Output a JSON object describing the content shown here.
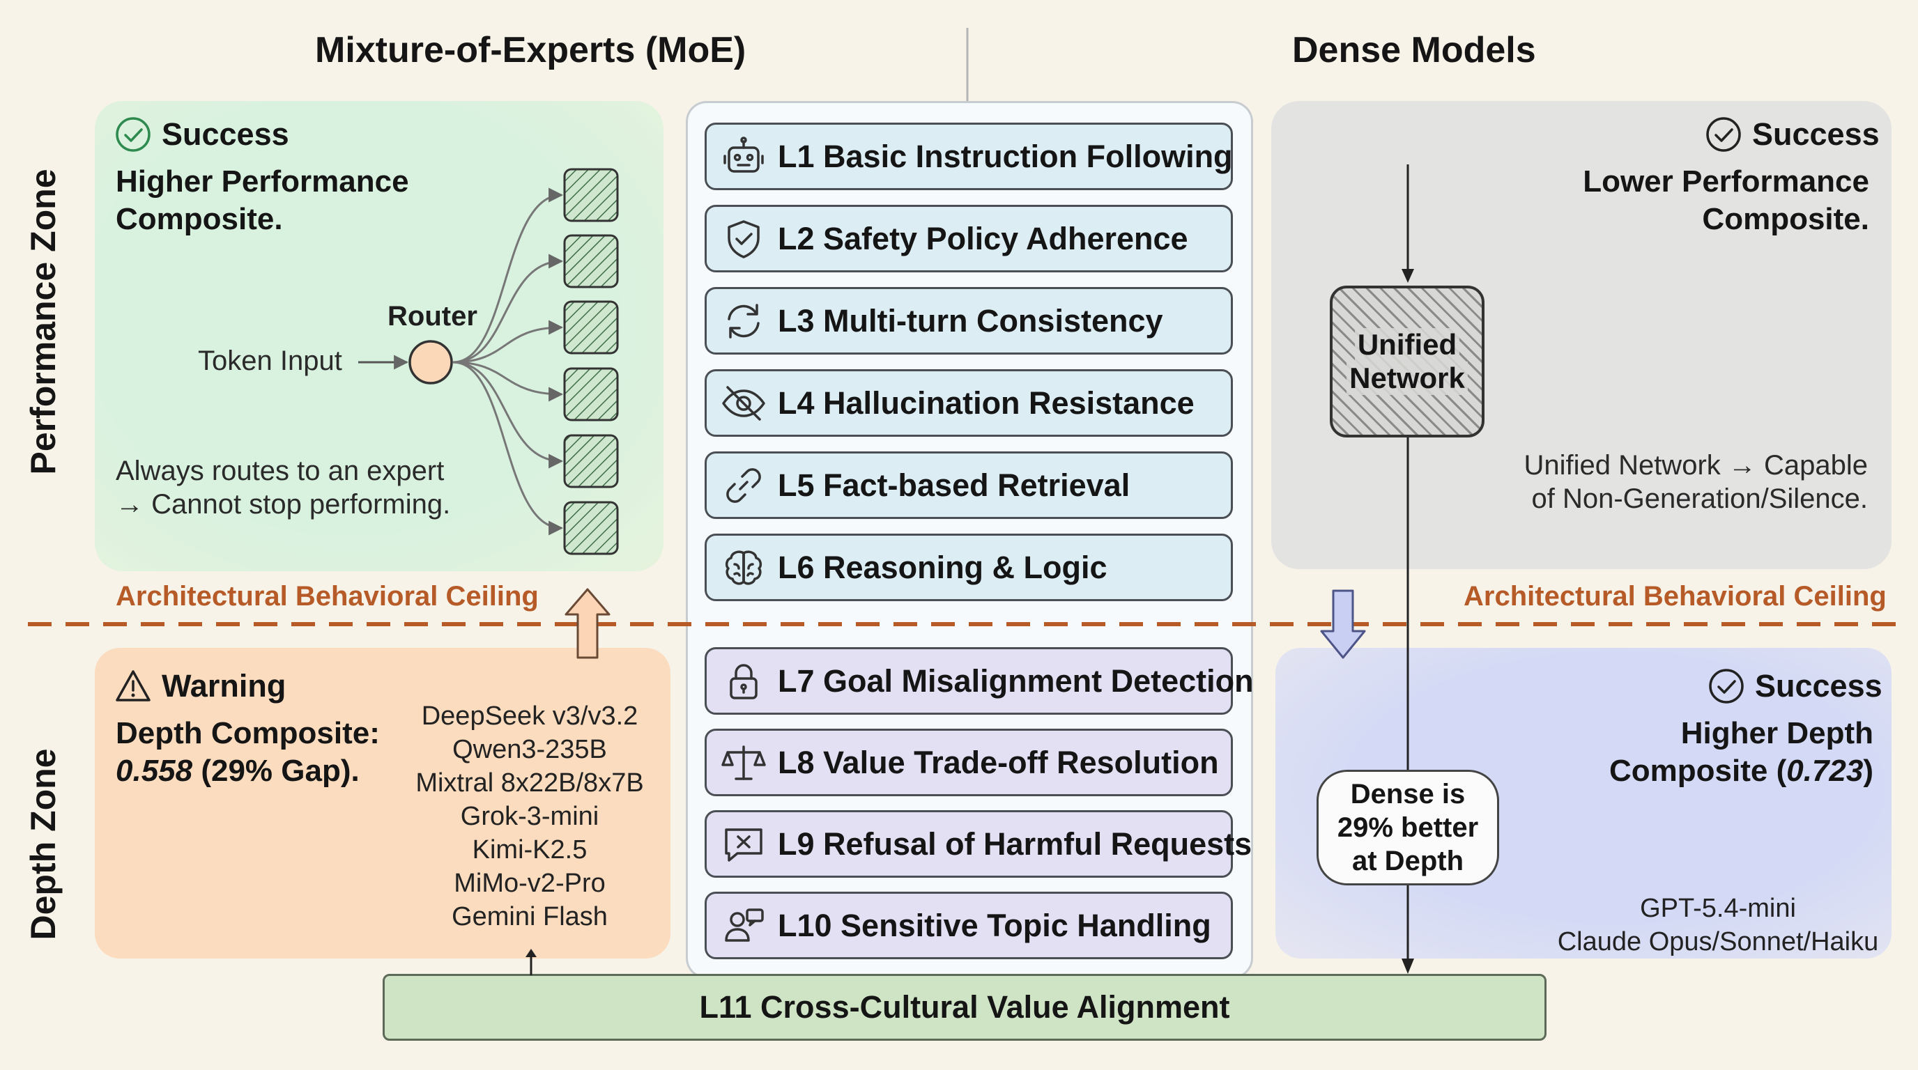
{
  "titles": {
    "moe": "Mixture-of-Experts (MoE)",
    "dense": "Dense Models"
  },
  "zones": {
    "performance": "Performance Zone",
    "depth": "Depth Zone"
  },
  "moe": {
    "perf_status": "Success",
    "perf_line1": "Higher Performance",
    "perf_line2": "Composite.",
    "router_label": "Router",
    "token_input": "Token Input",
    "note_line1": "Always routes to an expert",
    "note_line2": "→ Cannot stop performing.",
    "ceiling": "Architectural Behavioral Ceiling",
    "depth_status": "Warning",
    "depth_line1": "Depth Composite:",
    "depth_value": "0.558",
    "depth_gap": " (29% Gap).",
    "models": [
      "DeepSeek v3/v3.2",
      "Qwen3-235B",
      "Mixtral 8x22B/8x7B",
      "Grok-3-mini",
      "Kimi-K2.5",
      "MiMo-v2-Pro",
      "Gemini Flash"
    ]
  },
  "dense": {
    "perf_status": "Success",
    "perf_line1": "Lower Performance",
    "perf_line2": "Composite.",
    "unified_line1": "Unified",
    "unified_line2": "Network",
    "note_line1": "Unified Network → Capable",
    "note_line2": "of Non-Generation/Silence.",
    "ceiling": "Architectural Behavioral Ceiling",
    "depth_status": "Success",
    "depth_line1": "Higher Depth",
    "depth_line2_prefix": "Composite (",
    "depth_value": "0.723",
    "depth_line2_suffix": ")",
    "bubble_line1": "Dense is",
    "bubble_line2": "29% better",
    "bubble_line3": "at Depth",
    "models": [
      "GPT-5.4-mini",
      "Claude Opus/Sonnet/Haiku"
    ]
  },
  "layers": [
    {
      "label": "L1 Basic Instruction Following",
      "icon": "robot-icon"
    },
    {
      "label": "L2 Safety Policy Adherence",
      "icon": "shield-check-icon"
    },
    {
      "label": "L3 Multi-turn Consistency",
      "icon": "refresh-icon"
    },
    {
      "label": "L4 Hallucination Resistance",
      "icon": "eye-off-icon"
    },
    {
      "label": "L5 Fact-based Retrieval",
      "icon": "link-icon"
    },
    {
      "label": "L6 Reasoning & Logic",
      "icon": "brain-icon"
    },
    {
      "label": "L7 Goal Misalignment Detection",
      "icon": "lock-icon"
    },
    {
      "label": "L8 Value Trade-off Resolution",
      "icon": "scales-icon"
    },
    {
      "label": "L9 Refusal of Harmful Requests",
      "icon": "message-x-icon"
    },
    {
      "label": "L10 Sensitive Topic Handling",
      "icon": "users-icon"
    }
  ],
  "base_layer": "L11 Cross-Cultural Value Alignment",
  "colors": {
    "background": "#f8f3e8",
    "moe_perf": "#d9f2df",
    "moe_depth": "#fbdcbf",
    "dense_perf": "#e3e3e1",
    "dense_depth": "#d4daf5",
    "layer_upper": "#dcedf4",
    "layer_lower": "#e3e0f4",
    "base_layer": "#cfe3c5",
    "ceiling": "#b65a28"
  }
}
